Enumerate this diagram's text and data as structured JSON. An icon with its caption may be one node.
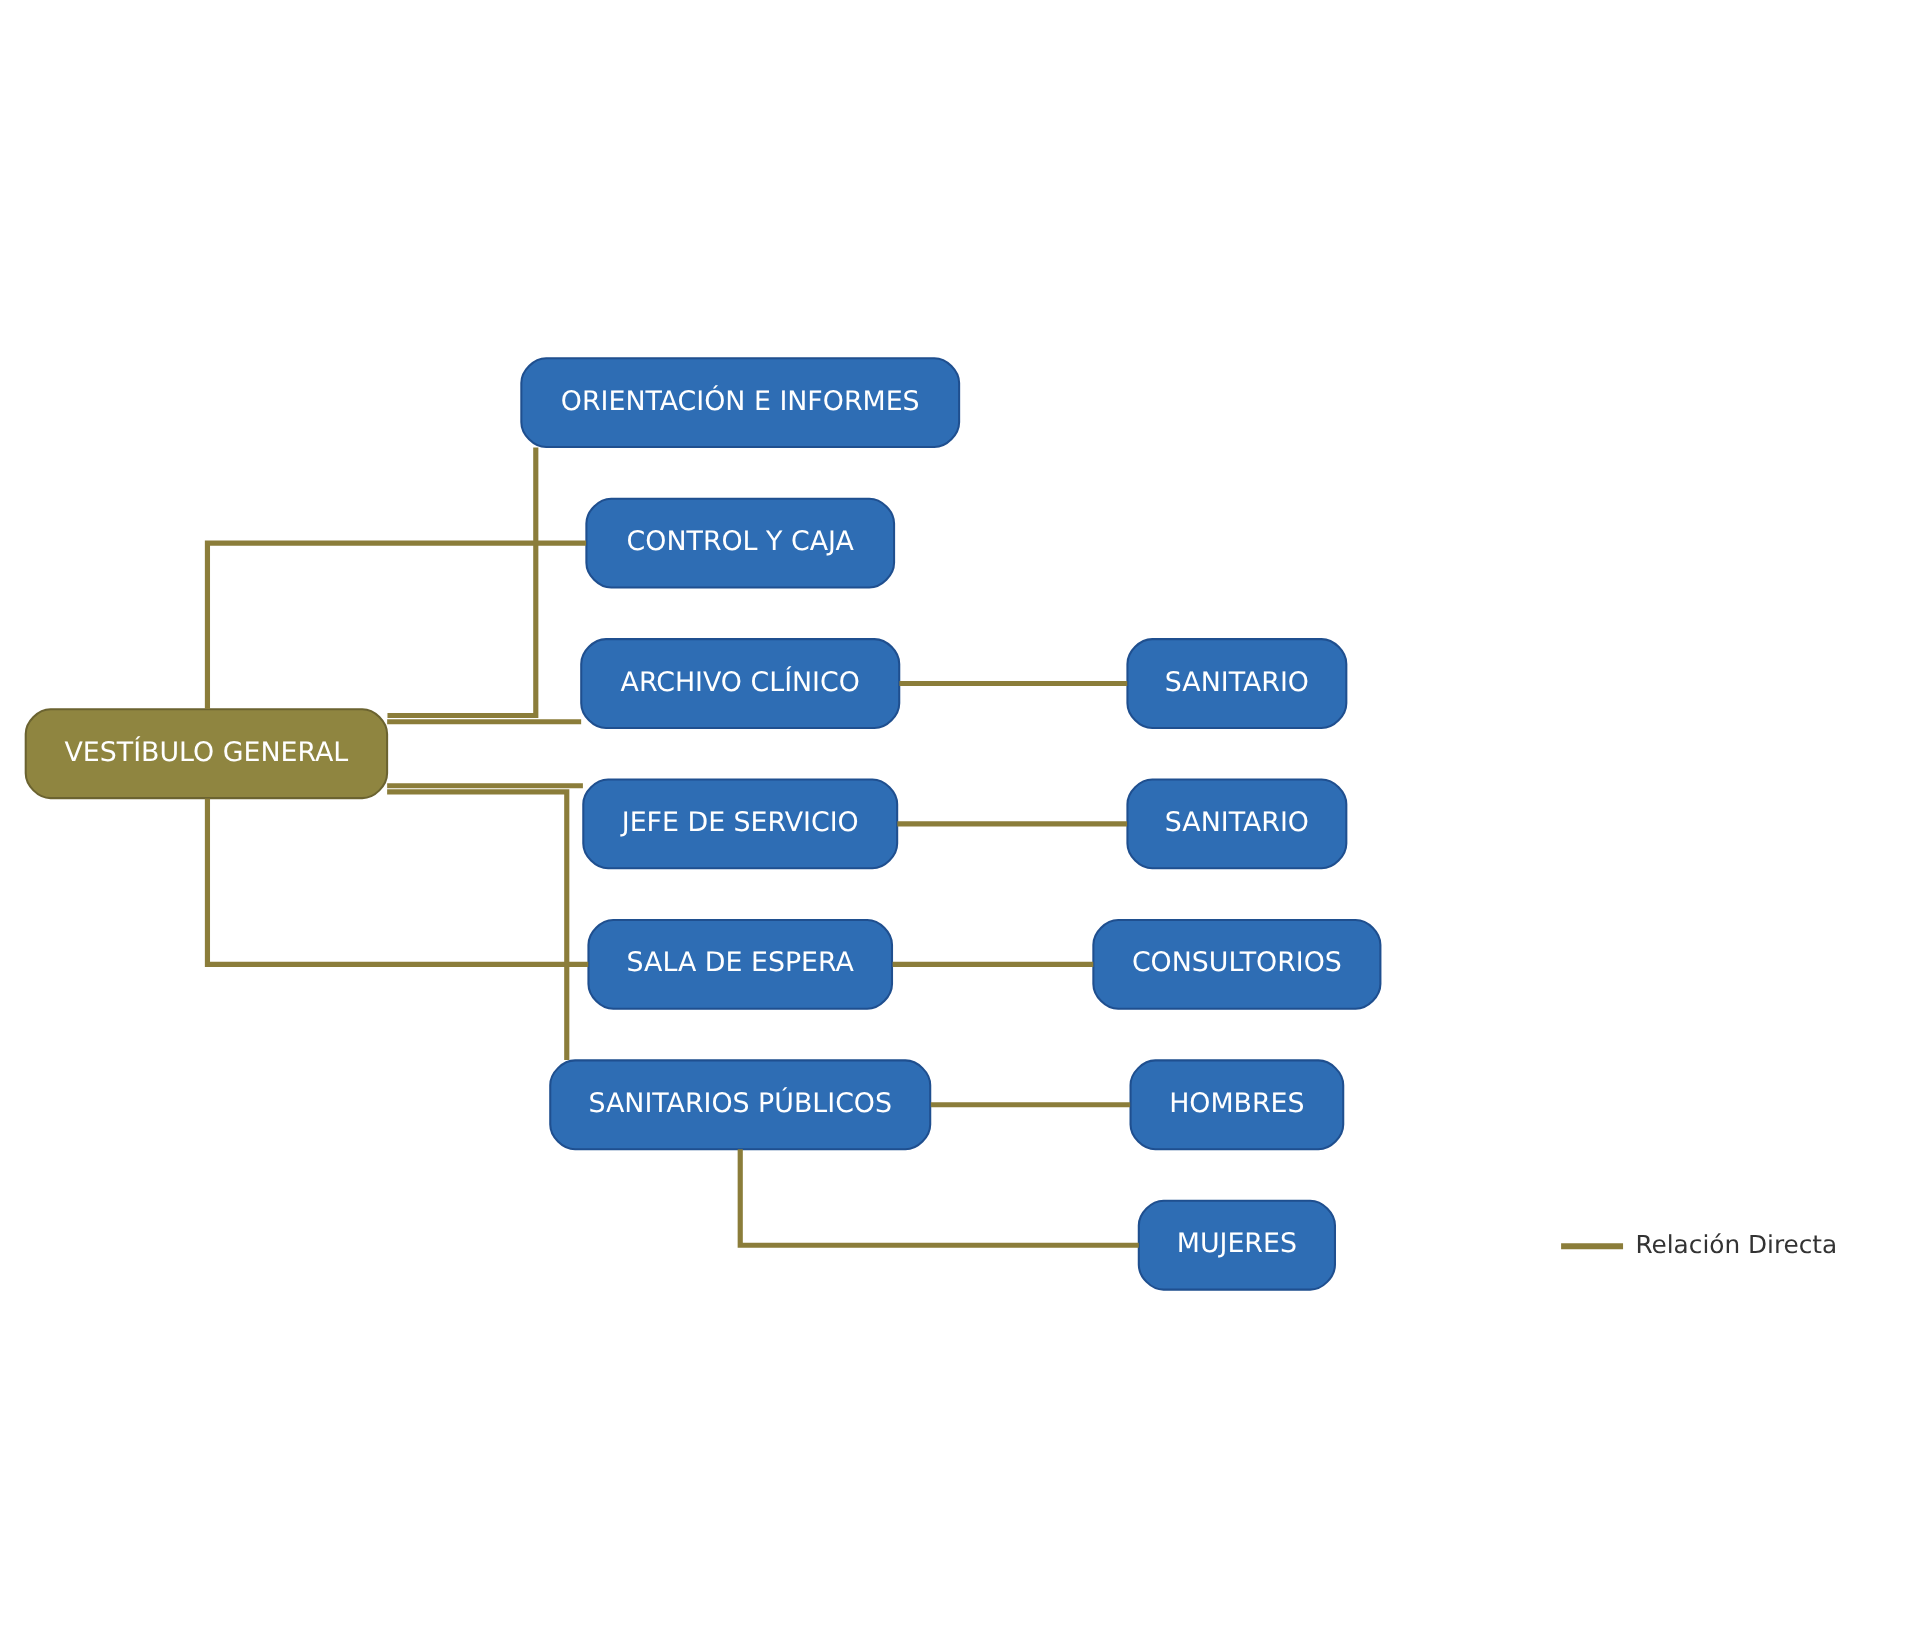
{
  "diagram": {
    "nodes": [
      {
        "text": [
          "VESTÍBULO GENERAL"
        ]
      },
      {
        "text": [
          "ORIENTACIÓN E INFORMES"
        ]
      },
      {
        "text": [
          "CONTROL Y CAJA"
        ]
      },
      {
        "text": [
          "ARCHIVO CLÍNICO"
        ]
      },
      {
        "text": [
          "SANITARIO"
        ]
      },
      {
        "text": [
          "JEFE DE SERVICIO"
        ]
      },
      {
        "text": [
          "SANITARIO"
        ]
      },
      {
        "text": [
          "SALA DE ESPERA"
        ]
      },
      {
        "text": [
          "CONSULTORIOS"
        ]
      },
      {
        "text": [
          "SANITARIOS PÚBLICOS"
        ]
      },
      {
        "text": [
          "HOMBRES"
        ]
      },
      {
        "text": [
          "MUJERES"
        ]
      }
    ],
    "edges": [
      {
        "from": 0,
        "to": 1,
        "arrow": "none"
      },
      {
        "from": 0,
        "to": 2,
        "arrow": "none"
      },
      {
        "from": 0,
        "to": 3,
        "arrow": "none"
      },
      {
        "from": 0,
        "to": 5,
        "arrow": "none"
      },
      {
        "from": 0,
        "to": 7,
        "arrow": "none"
      },
      {
        "from": 0,
        "to": 9,
        "arrow": "none"
      },
      {
        "from": 3,
        "to": 4,
        "arrow": "none"
      },
      {
        "from": 5,
        "to": 6,
        "arrow": "none"
      },
      {
        "from": 7,
        "to": 8,
        "arrow": "none"
      },
      {
        "from": 9,
        "to": 10,
        "arrow": "none"
      },
      {
        "from": 9,
        "to": 11,
        "arrow": "none"
      }
    ],
    "legend": [
      {
        "text": "Relación Directa"
      }
    ]
  }
}
